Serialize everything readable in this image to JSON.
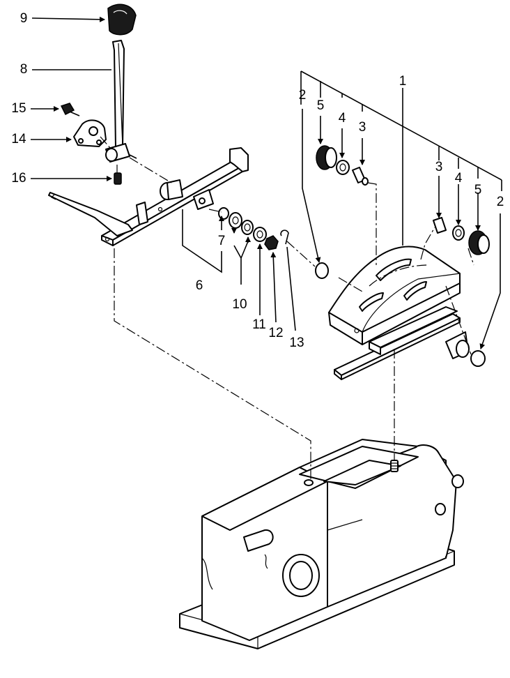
{
  "callouts": [
    {
      "id": "c1",
      "text": "1"
    },
    {
      "id": "c2a",
      "text": "2"
    },
    {
      "id": "c2b",
      "text": "2"
    },
    {
      "id": "c3a",
      "text": "3"
    },
    {
      "id": "c3b",
      "text": "3"
    },
    {
      "id": "c4a",
      "text": "4"
    },
    {
      "id": "c4b",
      "text": "4"
    },
    {
      "id": "c5a",
      "text": "5"
    },
    {
      "id": "c5b",
      "text": "5"
    },
    {
      "id": "c6",
      "text": "6"
    },
    {
      "id": "c7",
      "text": "7"
    },
    {
      "id": "c8",
      "text": "8"
    },
    {
      "id": "c9",
      "text": "9"
    },
    {
      "id": "c10",
      "text": "10"
    },
    {
      "id": "c11",
      "text": "11"
    },
    {
      "id": "c12",
      "text": "12"
    },
    {
      "id": "c13",
      "text": "13"
    },
    {
      "id": "c14",
      "text": "14"
    },
    {
      "id": "c15",
      "text": "15"
    },
    {
      "id": "c16",
      "text": "16"
    }
  ]
}
